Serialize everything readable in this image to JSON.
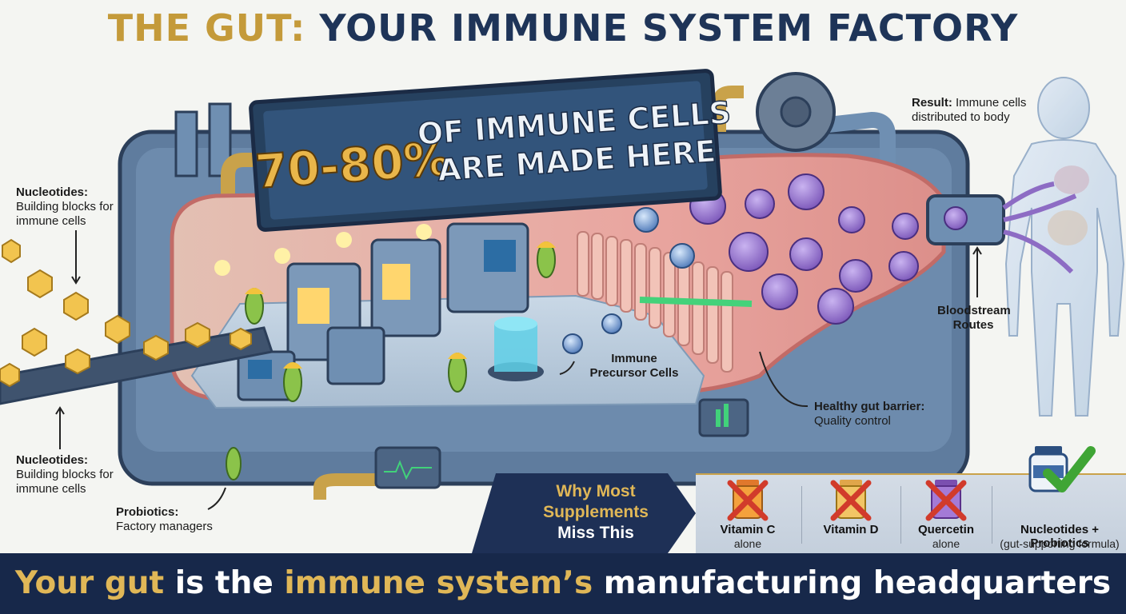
{
  "title": {
    "part1": "THE GUT:",
    "part2": "YOUR IMMUNE SYSTEM FACTORY"
  },
  "banner": {
    "percent": "70-80%",
    "line1": "OF IMMUNE CELLS",
    "line2": "ARE MADE HERE"
  },
  "labels": {
    "nucleotides_top_bold": "Nucleotides:",
    "nucleotides_top_text": "Building blocks for immune cells",
    "nucleotides_bottom_bold": "Nucleotides:",
    "nucleotides_bottom_text": "Building blocks for immune cells",
    "probiotics_bold": "Probiotics:",
    "probiotics_text": "Factory managers",
    "precursor": "Immune Precursor Cells",
    "barrier_bold": "Healthy gut barrier:",
    "barrier_text": "Quality control",
    "result_bold": "Result:",
    "result_text": "Immune cells distributed to body",
    "bloodstream": "Bloodstream Routes"
  },
  "comparison": {
    "heading_gold": "Why Most Supplements",
    "heading_white": "Miss This",
    "items": [
      {
        "name": "Vitamin C",
        "sub": "alone",
        "status": "cross"
      },
      {
        "name": "Vitamin D",
        "sub": "",
        "status": "cross"
      },
      {
        "name": "Quercetin",
        "sub": "alone",
        "status": "cross"
      },
      {
        "name": "Nucleotides + Probiotics",
        "sub": "(gut-supporting formula)",
        "status": "check"
      }
    ]
  },
  "footer": {
    "part1": "Your gut",
    "part2": " is the ",
    "part3": "immune system’s",
    "part4": " manufacturing headquarters"
  },
  "colors": {
    "navy": "#1e3458",
    "gold": "#c49a3a",
    "gut_pink": "#e8a7a0",
    "machine_blue": "#5f7c9e",
    "cell_purple": "#7a55b8",
    "check_green": "#3fa535",
    "cross_red": "#d13b2b"
  }
}
